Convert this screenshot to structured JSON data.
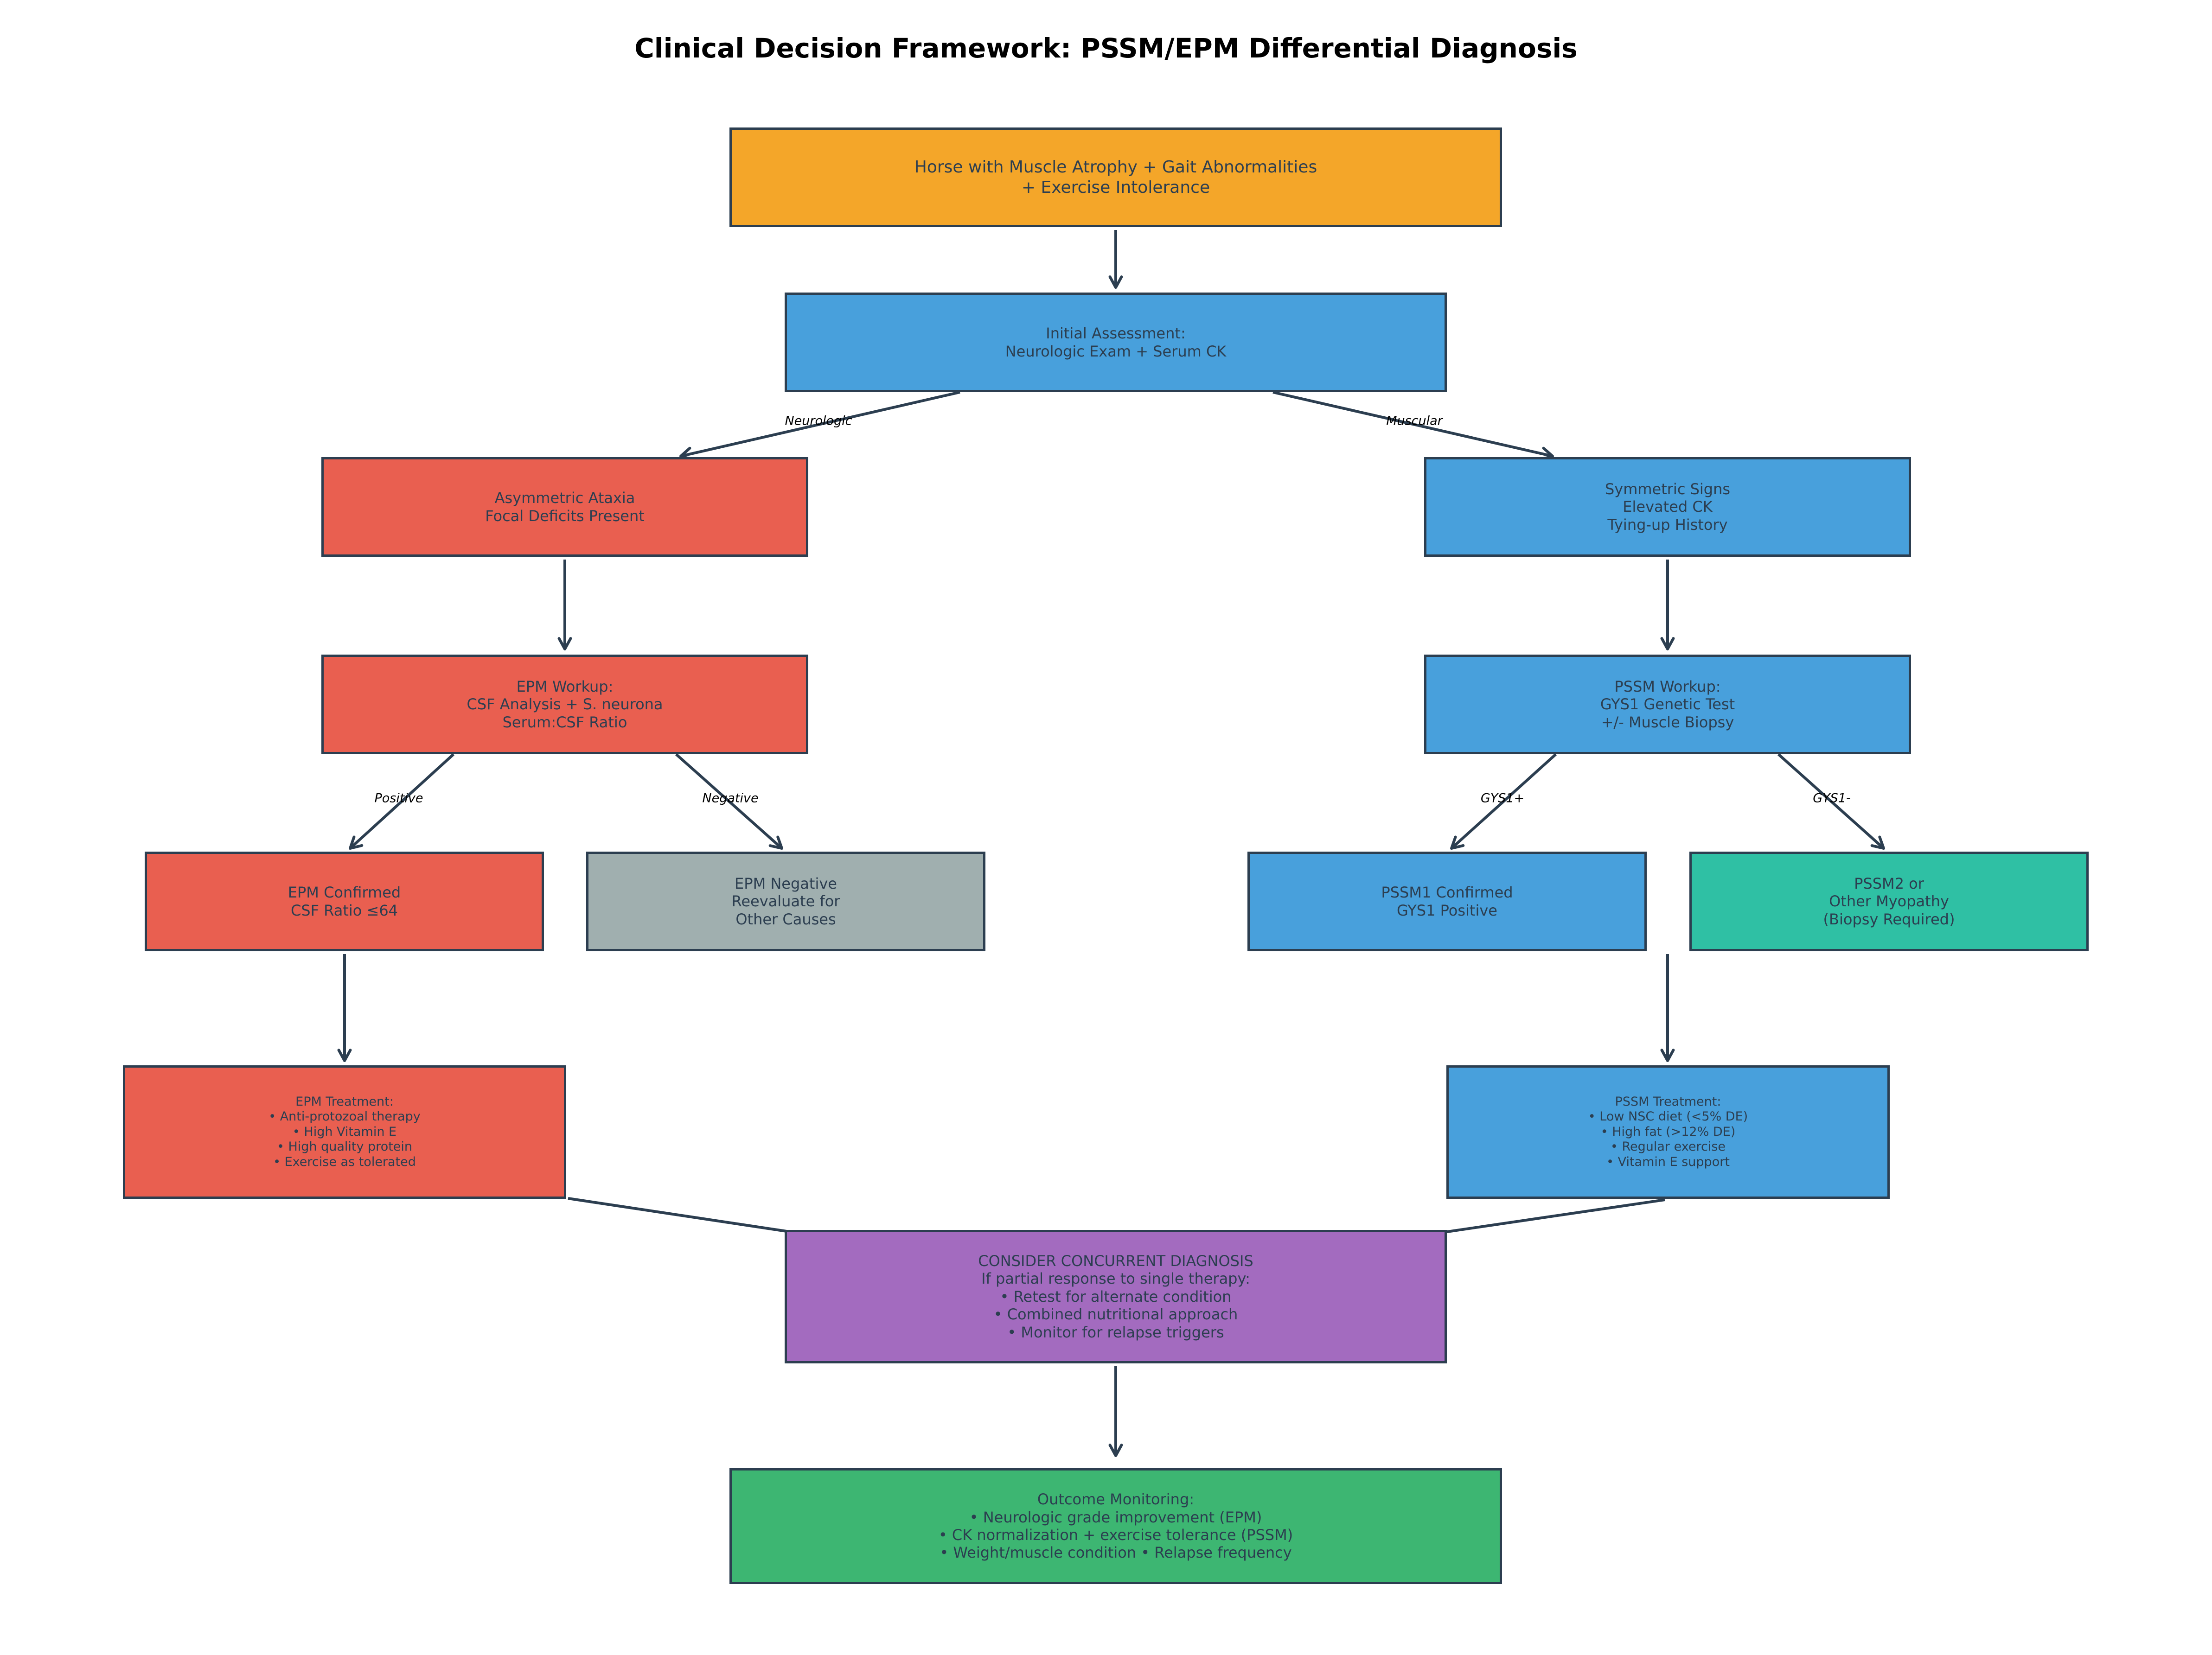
{
  "title": "Clinical Decision Framework: PSSM/EPM Differential Diagnosis",
  "colors": {
    "orange": "#f4a629",
    "blue": "#48a0dc",
    "red": "#e95f50",
    "gray": "#a0afaf",
    "teal": "#2fc0a4",
    "purple": "#a36bbf",
    "green": "#3db672",
    "border": "#2c3e50",
    "arrow": "#2c3e50"
  },
  "nodes": {
    "presentation": {
      "text": "Horse with Muscle Atrophy + Gait Abnormalities\n+ Exercise Intolerance",
      "color": "orange"
    },
    "initial_assessment": {
      "text": "Initial Assessment:\nNeurologic Exam + Serum CK",
      "color": "blue"
    },
    "asymmetric_ataxia": {
      "text": "Asymmetric Ataxia\nFocal Deficits Present",
      "color": "red"
    },
    "symmetric_signs": {
      "text": "Symmetric Signs\nElevated CK\nTying-up History",
      "color": "blue"
    },
    "epm_workup": {
      "text": "EPM Workup:\nCSF Analysis + S. neurona\nSerum:CSF Ratio",
      "color": "red"
    },
    "pssm_workup": {
      "text": "PSSM Workup:\nGYS1 Genetic Test\n+/- Muscle Biopsy",
      "color": "blue"
    },
    "epm_confirmed": {
      "text": "EPM Confirmed\nCSF Ratio ≤64",
      "color": "red"
    },
    "epm_negative": {
      "text": "EPM Negative\nReevaluate for\nOther Causes",
      "color": "gray"
    },
    "pssm1_confirmed": {
      "text": "PSSM1 Confirmed\nGYS1 Positive",
      "color": "blue"
    },
    "pssm2_other": {
      "text": "PSSM2 or\nOther Myopathy\n(Biopsy Required)",
      "color": "teal"
    },
    "epm_treatment": {
      "text": "EPM Treatment:\n• Anti-protozoal therapy\n• High Vitamin E\n• High quality protein\n• Exercise as tolerated",
      "color": "red"
    },
    "pssm_treatment": {
      "text": "PSSM Treatment:\n• Low NSC diet (<5% DE)\n• High fat (>12% DE)\n• Regular exercise\n• Vitamin E support",
      "color": "blue"
    },
    "concurrent_diagnosis": {
      "text": "CONSIDER CONCURRENT DIAGNOSIS\nIf partial response to single therapy:\n• Retest for alternate condition\n• Combined nutritional approach\n• Monitor for relapse triggers",
      "color": "purple"
    },
    "outcome_monitoring": {
      "text": "Outcome Monitoring:\n• Neurologic grade improvement (EPM)\n• CK normalization + exercise tolerance (PSSM)\n• Weight/muscle condition • Relapse frequency",
      "color": "green"
    }
  },
  "edges": [
    {
      "from": "presentation",
      "to": "initial_assessment",
      "label": ""
    },
    {
      "from": "initial_assessment",
      "to": "asymmetric_ataxia",
      "label": "Neurologic"
    },
    {
      "from": "initial_assessment",
      "to": "symmetric_signs",
      "label": "Muscular"
    },
    {
      "from": "asymmetric_ataxia",
      "to": "epm_workup",
      "label": ""
    },
    {
      "from": "symmetric_signs",
      "to": "pssm_workup",
      "label": ""
    },
    {
      "from": "epm_workup",
      "to": "epm_confirmed",
      "label": "Positive"
    },
    {
      "from": "epm_workup",
      "to": "epm_negative",
      "label": "Negative"
    },
    {
      "from": "pssm_workup",
      "to": "pssm1_confirmed",
      "label": "GYS1+"
    },
    {
      "from": "pssm_workup",
      "to": "pssm2_other",
      "label": "GYS1-"
    },
    {
      "from": "epm_confirmed",
      "to": "epm_treatment",
      "label": ""
    },
    {
      "from": "pssm1_confirmed",
      "to": "pssm_treatment",
      "label": ""
    },
    {
      "from": "epm_treatment",
      "to": "concurrent_diagnosis",
      "label": ""
    },
    {
      "from": "pssm_treatment",
      "to": "concurrent_diagnosis",
      "label": ""
    },
    {
      "from": "concurrent_diagnosis",
      "to": "outcome_monitoring",
      "label": ""
    }
  ]
}
